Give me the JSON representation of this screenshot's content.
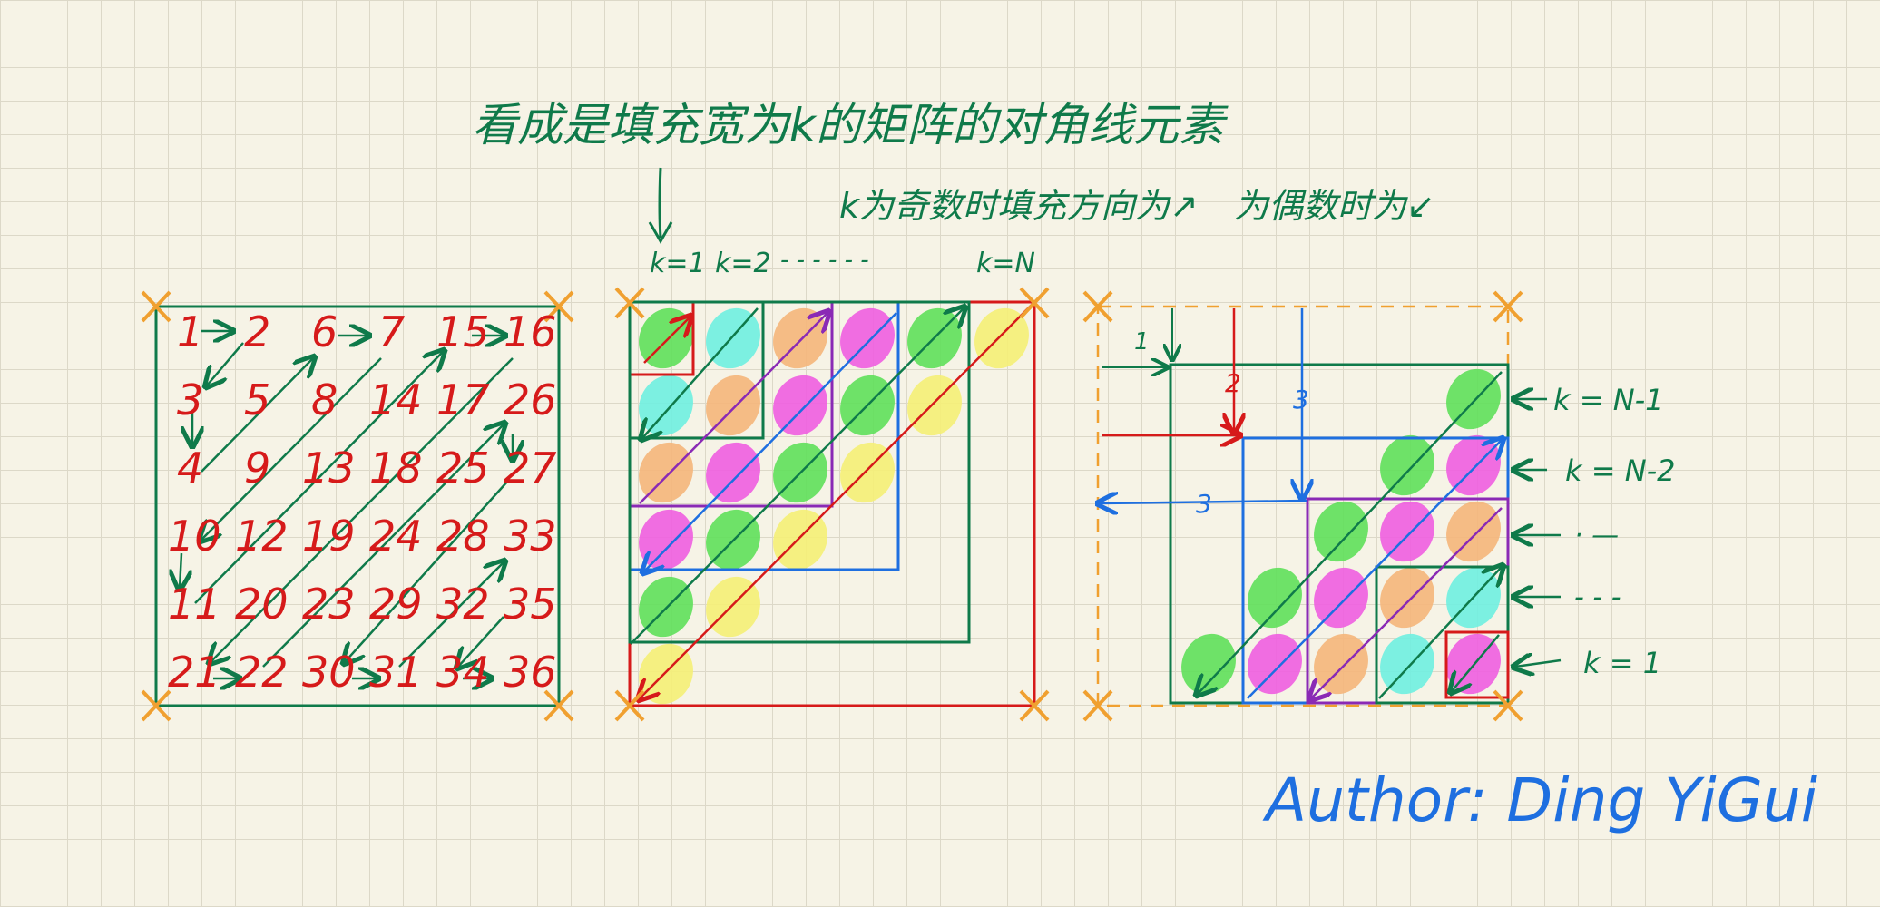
{
  "colors": {
    "green": "#0f7a4a",
    "red": "#d61a1a",
    "blue": "#1e6fe0",
    "purple": "#8a2ab5",
    "orange": "#f0a030",
    "fill_green": "#5fe05a",
    "fill_cyan": "#6ff0e0",
    "fill_orange": "#f5b67a",
    "fill_magenta": "#f05ee0",
    "fill_yellow": "#f5f075"
  },
  "annotations": {
    "main_title": "看成是填充宽为k的矩阵的对角线元素",
    "odd_direction_text": "k为奇数时填充方向为↗",
    "even_direction_text": "为偶数时为↙",
    "author": "Author: Ding YiGui"
  },
  "middle_labels": {
    "k1": "k=1",
    "k2": "k=2",
    "dots": "- - - - - -",
    "kN": "k=N"
  },
  "left_matrix": {
    "rows": [
      [
        "1",
        "2",
        "6",
        "7",
        "15",
        "16"
      ],
      [
        "3",
        "5",
        "8",
        "14",
        "17",
        "26"
      ],
      [
        "4",
        "9",
        "13",
        "18",
        "25",
        "27"
      ],
      [
        "10",
        "12",
        "19",
        "24",
        "28",
        "33"
      ],
      [
        "11",
        "20",
        "23",
        "29",
        "32",
        "35"
      ],
      [
        "21",
        "22",
        "30",
        "31",
        "34",
        "36"
      ]
    ]
  },
  "right_labels": {
    "k_n_minus_1": "k = N-1",
    "k_n_minus_2": "k = N-2",
    "dots1": "· —",
    "dots2": "- - -",
    "k_1": "k = 1",
    "dim_1": "1",
    "dim_2": "2",
    "dim_3_vertical": "3",
    "dim_3_horizontal": "3"
  }
}
